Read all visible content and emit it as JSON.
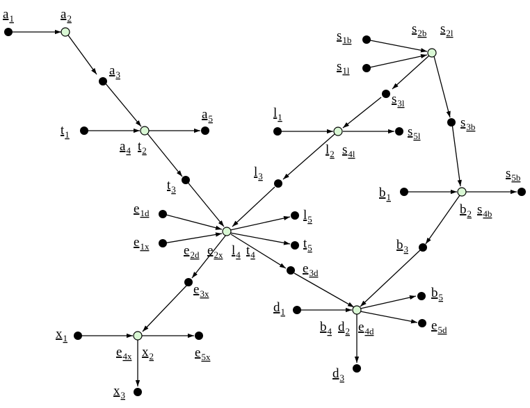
{
  "diagram": {
    "labels": [
      {
        "id": "lbl-a1",
        "base": "a",
        "sub": "1"
      },
      {
        "id": "lbl-a2",
        "base": "a",
        "sub": "2"
      },
      {
        "id": "lbl-a3",
        "base": "a",
        "sub": "3"
      },
      {
        "id": "lbl-t1",
        "base": "t",
        "sub": "1"
      },
      {
        "id": "lbl-a4",
        "base": "a",
        "sub": "4"
      },
      {
        "id": "lbl-t2",
        "base": "t",
        "sub": "2"
      },
      {
        "id": "lbl-a5",
        "base": "a",
        "sub": "5"
      },
      {
        "id": "lbl-t3",
        "base": "t",
        "sub": "3"
      },
      {
        "id": "lbl-e1d",
        "base": "e",
        "sub": "1d"
      },
      {
        "id": "lbl-e1x",
        "base": "e",
        "sub": "1x"
      },
      {
        "id": "lbl-l5",
        "base": "l",
        "sub": "5"
      },
      {
        "id": "lbl-t5",
        "base": "t",
        "sub": "5"
      },
      {
        "id": "lbl-e2d",
        "base": "e",
        "sub": "2d"
      },
      {
        "id": "lbl-e2x",
        "base": "e",
        "sub": "2x"
      },
      {
        "id": "lbl-l4",
        "base": "l",
        "sub": "4"
      },
      {
        "id": "lbl-t4",
        "base": "t",
        "sub": "4"
      },
      {
        "id": "lbl-e3d",
        "base": "e",
        "sub": "3d"
      },
      {
        "id": "lbl-e3x",
        "base": "e",
        "sub": "3x"
      },
      {
        "id": "lbl-x1",
        "base": "x",
        "sub": "1"
      },
      {
        "id": "lbl-e4x",
        "base": "e",
        "sub": "4x"
      },
      {
        "id": "lbl-x2",
        "base": "x",
        "sub": "2"
      },
      {
        "id": "lbl-e5x",
        "base": "e",
        "sub": "5x"
      },
      {
        "id": "lbl-x3",
        "base": "x",
        "sub": "3"
      },
      {
        "id": "lbl-s1b",
        "base": "s",
        "sub": "1b"
      },
      {
        "id": "lbl-s1l",
        "base": "s",
        "sub": "1l"
      },
      {
        "id": "lbl-s2b",
        "base": "s",
        "sub": "2b"
      },
      {
        "id": "lbl-s2l",
        "base": "s",
        "sub": "2l"
      },
      {
        "id": "lbl-s3l",
        "base": "s",
        "sub": "3l"
      },
      {
        "id": "lbl-l1",
        "base": "l",
        "sub": "1"
      },
      {
        "id": "lbl-l2",
        "base": "l",
        "sub": "2"
      },
      {
        "id": "lbl-s4l",
        "base": "s",
        "sub": "4l"
      },
      {
        "id": "lbl-s5l",
        "base": "s",
        "sub": "5l"
      },
      {
        "id": "lbl-s3b",
        "base": "s",
        "sub": "3b"
      },
      {
        "id": "lbl-l3",
        "base": "l",
        "sub": "3"
      },
      {
        "id": "lbl-s5b",
        "base": "s",
        "sub": "5b"
      },
      {
        "id": "lbl-b1",
        "base": "b",
        "sub": "1"
      },
      {
        "id": "lbl-b2",
        "base": "b",
        "sub": "2"
      },
      {
        "id": "lbl-s4b",
        "base": "s",
        "sub": "4b"
      },
      {
        "id": "lbl-b3",
        "base": "b",
        "sub": "3"
      },
      {
        "id": "lbl-b5",
        "base": "b",
        "sub": "5"
      },
      {
        "id": "lbl-d1",
        "base": "d",
        "sub": "1"
      },
      {
        "id": "lbl-b4",
        "base": "b",
        "sub": "4"
      },
      {
        "id": "lbl-d2",
        "base": "d",
        "sub": "2"
      },
      {
        "id": "lbl-e4d",
        "base": "e",
        "sub": "4d"
      },
      {
        "id": "lbl-e5d",
        "base": "e",
        "sub": "5d"
      },
      {
        "id": "lbl-d3",
        "base": "d",
        "sub": "3"
      }
    ]
  }
}
